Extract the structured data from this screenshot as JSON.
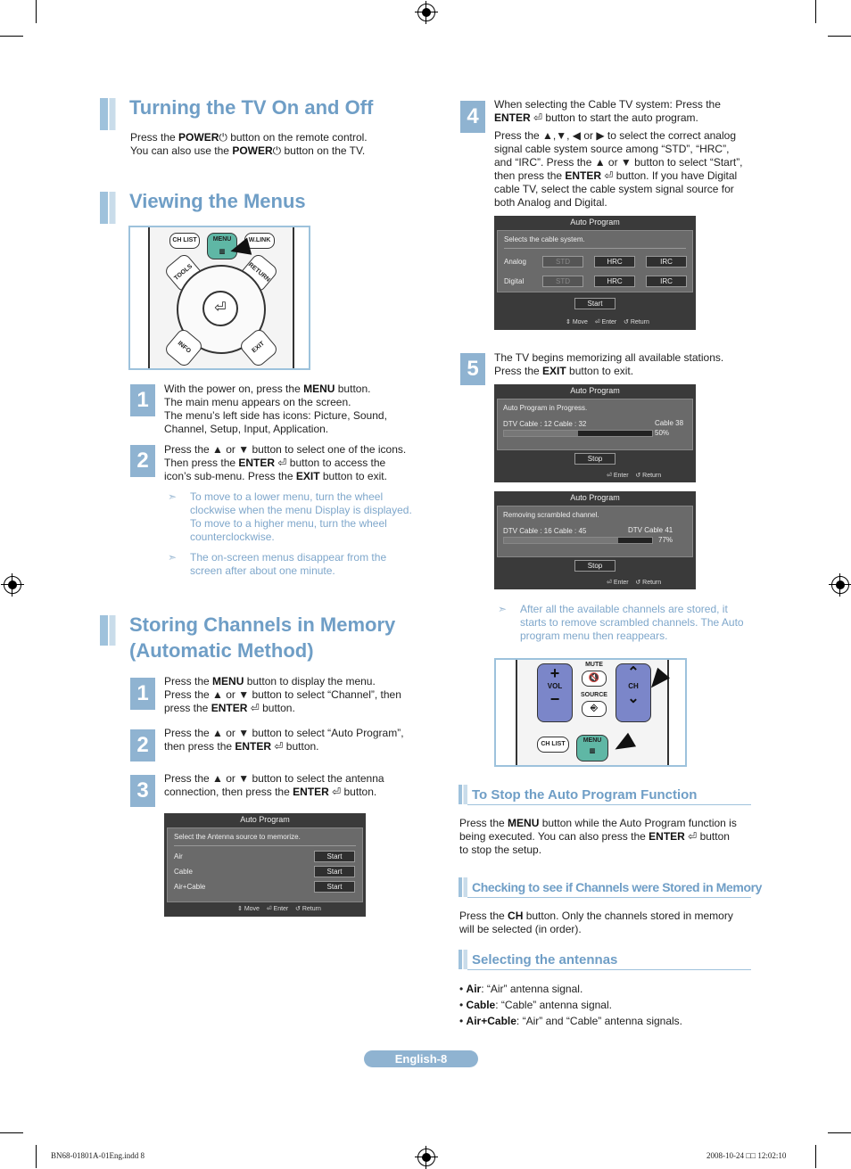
{
  "sections": {
    "turning": {
      "title": "Turning the TV On and Off",
      "p1_a": "Press the ",
      "p1_b": "POWER",
      "p1_c": " button on the remote control.",
      "p2_a": "You can also use the ",
      "p2_b": "POWER",
      "p2_c": " button on the TV."
    },
    "viewing": {
      "title": "Viewing the Menus",
      "remote_labels": {
        "ch_list": "CH LIST",
        "menu": "MENU",
        "wlink": "W.LINK",
        "tools": "TOOLS",
        "return": "RETURN",
        "info": "INFO",
        "exit": "EXIT"
      },
      "step1": {
        "num": "1",
        "l1a": "With the power on, press the ",
        "l1b": "MENU",
        "l1c": " button.",
        "l2": "The main menu appears on the screen.",
        "l3": "The menu’s left side has icons: Picture, Sound,",
        "l4": "Channel, Setup, Input, Application."
      },
      "step2": {
        "num": "2",
        "l1": "Press the ▲ or ▼ button to select one of the icons.",
        "l2a": "Then press the ",
        "l2b": "ENTER",
        "l2c": " button to access the",
        "l3a": "icon’s sub-menu. Press the ",
        "l3b": "EXIT",
        "l3c": " button to exit."
      },
      "note1": [
        "To move to a lower menu, turn the wheel",
        "clockwise when the menu Display is displayed.",
        "To move to a higher menu, turn the wheel",
        "counterclockwise."
      ],
      "note2": [
        "The on-screen menus disappear from the",
        "screen after about one minute."
      ]
    },
    "storing": {
      "title_l1": "Storing Channels in Memory",
      "title_l2": "(Automatic Method)",
      "step1": {
        "num": "1",
        "l1a": "Press the ",
        "l1b": "MENU",
        "l1c": " button to display the menu.",
        "l2": "Press the ▲ or ▼ button to select “Channel”, then",
        "l3a": "press the ",
        "l3b": "ENTER",
        "l3c": " button."
      },
      "step2": {
        "num": "2",
        "l1": "Press the ▲ or ▼ button to select “Auto Program”,",
        "l2a": "then press the ",
        "l2b": "ENTER",
        "l2c": " button."
      },
      "step3": {
        "num": "3",
        "l1": "Press the ▲ or ▼ button to select the antenna",
        "l2a": "connection, then press the ",
        "l2b": "ENTER",
        "l2c": " button."
      },
      "osd": {
        "title": "Auto Program",
        "prompt": "Select the Antenna source to memorize.",
        "rows": [
          {
            "label": "Air",
            "btn": "Start"
          },
          {
            "label": "Cable",
            "btn": "Start"
          },
          {
            "label": "Air+Cable",
            "btn": "Start"
          }
        ],
        "foot_move": "Move",
        "foot_enter": "Enter",
        "foot_return": "Return"
      }
    },
    "step4": {
      "num": "4",
      "l1": "When selecting the Cable TV system: Press the",
      "l2a": "ENTER",
      "l2b": " button to start the auto program.",
      "l3": "Press the ▲,▼, ◀ or ▶ to select the correct analog",
      "l4": "signal cable system source among “STD”, “HRC”,",
      "l5": "and “IRC”. Press the ▲ or ▼ button to select “Start”,",
      "l6a": "then press the ",
      "l6b": "ENTER",
      "l6c": " button. If you have Digital",
      "l7": "cable TV, select the cable system signal source for",
      "l8": "both Analog and Digital.",
      "osd": {
        "title": "Auto Program",
        "prompt": "Selects the cable system.",
        "analog": "Analog",
        "digital": "Digital",
        "std": "STD",
        "hrc": "HRC",
        "irc": "IRC",
        "start": "Start",
        "foot_move": "Move",
        "foot_enter": "Enter",
        "foot_return": "Return"
      }
    },
    "step5": {
      "num": "5",
      "l1": "The TV begins memorizing all available stations.",
      "l2a": "Press the ",
      "l2b": "EXIT",
      "l2c": " button to exit.",
      "osd1": {
        "title": "Auto Program",
        "status": "Auto Program in Progress.",
        "left": "DTV Cable : 12   Cable : 32",
        "right": "Cable 38",
        "pct": "50%",
        "progress": 0.5,
        "stop": "Stop",
        "foot_enter": "Enter",
        "foot_return": "Return"
      },
      "osd2": {
        "title": "Auto Program",
        "status": "Removing scrambled channel.",
        "left": "DTV Cable : 16   Cable : 45",
        "right": "DTV Cable 41",
        "pct": "77%",
        "progress": 0.77,
        "stop": "Stop",
        "foot_enter": "Enter",
        "foot_return": "Return"
      },
      "note": [
        "After all the available channels are stored, it",
        "starts to remove scrambled channels. The Auto",
        "program menu then reappears."
      ],
      "remote": {
        "mute": "MUTE",
        "vol": "VOL",
        "source": "SOURCE",
        "ch": "CH",
        "ch_list": "CH LIST",
        "menu": "MENU"
      }
    },
    "stop": {
      "title": "To Stop the Auto Program Function",
      "l1a": "Press the ",
      "l1b": "MENU",
      "l1c": " button while the Auto Program function is",
      "l2a": "being executed. You can also press the ",
      "l2b": "ENTER",
      "l2c": " button",
      "l3": "to stop the setup."
    },
    "checking": {
      "title": "Checking to see if Channels were Stored in Memory",
      "l1a": "Press the ",
      "l1b": "CH",
      "l1c": " button. Only the channels stored in memory",
      "l2": "will be selected (in order)."
    },
    "antennas": {
      "title": "Selecting the antennas",
      "items": [
        {
          "b": "Air",
          "t": ": “Air” antenna signal."
        },
        {
          "b": "Cable",
          "t": ": “Cable” antenna signal."
        },
        {
          "b": "Air+Cable",
          "t": ": “Air” and “Cable” antenna signals."
        }
      ]
    }
  },
  "footer": {
    "page": "English-8",
    "slug_left": "BN68-01801A-01Eng.indd   8",
    "slug_right": "2008-10-24   □□ 12:02:10"
  }
}
